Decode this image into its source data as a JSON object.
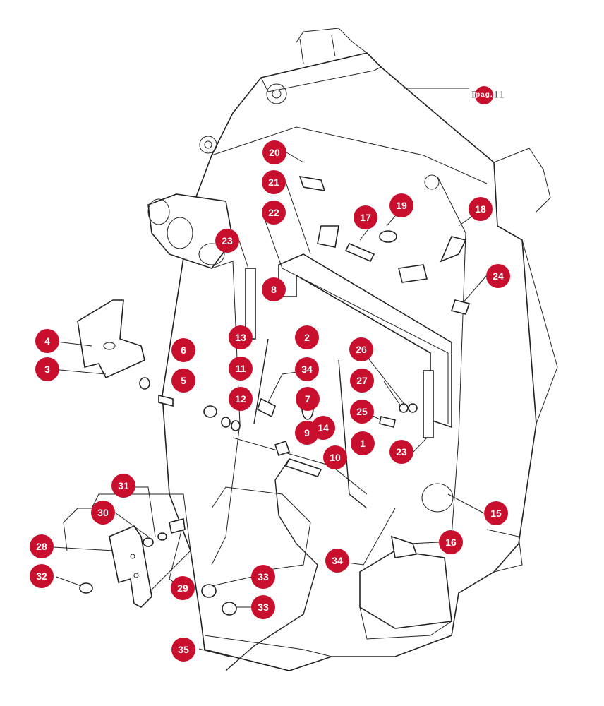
{
  "diagram": {
    "page_reference": {
      "prefix": "P",
      "badge": "pag.",
      "suffix": "11"
    },
    "callouts": [
      {
        "label": "1"
      },
      {
        "label": "2"
      },
      {
        "label": "3"
      },
      {
        "label": "4"
      },
      {
        "label": "5"
      },
      {
        "label": "6"
      },
      {
        "label": "7"
      },
      {
        "label": "8"
      },
      {
        "label": "9"
      },
      {
        "label": "10"
      },
      {
        "label": "11"
      },
      {
        "label": "12"
      },
      {
        "label": "13"
      },
      {
        "label": "14"
      },
      {
        "label": "15"
      },
      {
        "label": "16"
      },
      {
        "label": "17"
      },
      {
        "label": "18"
      },
      {
        "label": "19"
      },
      {
        "label": "20"
      },
      {
        "label": "21"
      },
      {
        "label": "22"
      },
      {
        "label": "23"
      },
      {
        "label": "23"
      },
      {
        "label": "24"
      },
      {
        "label": "25"
      },
      {
        "label": "26"
      },
      {
        "label": "27"
      },
      {
        "label": "28"
      },
      {
        "label": "29"
      },
      {
        "label": "30"
      },
      {
        "label": "31"
      },
      {
        "label": "32"
      },
      {
        "label": "33"
      },
      {
        "label": "33"
      },
      {
        "label": "34"
      },
      {
        "label": "34"
      },
      {
        "label": "35"
      }
    ],
    "colors": {
      "callout_fill": "#c8102e",
      "callout_text": "#ffffff",
      "line_art": "#222222"
    }
  }
}
